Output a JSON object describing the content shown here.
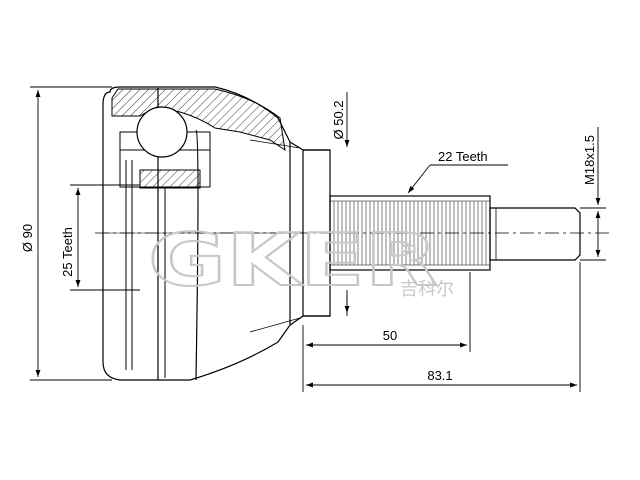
{
  "drawing": {
    "dimensions": {
      "outer_diameter": "Ø 90",
      "bell_neck_diameter": "Ø 50.2",
      "inner_teeth": "25 Teeth",
      "outer_teeth": "22 Teeth",
      "thread": "M18x1.5",
      "spline_length": "50",
      "overall_length": "83.1"
    },
    "watermark": {
      "brand": "GKER",
      "subtitle": "吉科尔"
    }
  }
}
